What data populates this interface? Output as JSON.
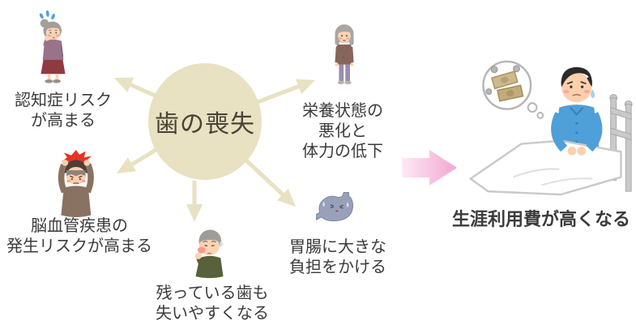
{
  "diagram": {
    "center": {
      "label": "歯の喪失"
    },
    "factors": [
      {
        "id": "dementia",
        "icon": "worried-elderly-woman-illustration",
        "lines": [
          "認知症リスク",
          "が高まる"
        ]
      },
      {
        "id": "nutrition",
        "icon": "frail-elderly-woman-illustration",
        "lines": [
          "栄養状態の",
          "悪化と",
          "体力の低下"
        ]
      },
      {
        "id": "stroke",
        "icon": "man-headache-illustration",
        "lines": [
          "脳血管疾患の",
          "発生リスクが高まる"
        ]
      },
      {
        "id": "remaining-teeth",
        "icon": "elderly-man-toothache-illustration",
        "lines": [
          "残っている歯も",
          "失いやすくなる"
        ]
      },
      {
        "id": "stomach",
        "icon": "stomach-character-illustration",
        "lines": [
          "胃腸に大きな",
          "負担をかける"
        ]
      }
    ],
    "outcome": {
      "label": "生涯利用費が高くなる",
      "icon": "hospitalized-patient-illustration"
    },
    "colors": {
      "theme_beige": "#e8e1c2",
      "circle_text": "#4a4236",
      "label_text": "#3b3b3b",
      "outcome_arrow_start": "#fdeaf5",
      "outcome_arrow_end": "#f3a6d1"
    }
  }
}
